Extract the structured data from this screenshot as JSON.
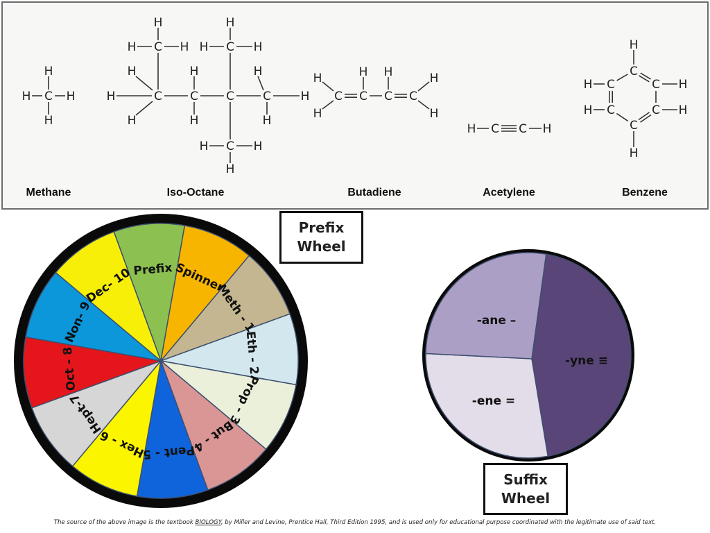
{
  "molecules": {
    "methane": "Methane",
    "iso_octane": "Iso-Octane",
    "butadiene": "Butadiene",
    "acetylene": "Acetylene",
    "benzene": "Benzene"
  },
  "atoms": {
    "c": "C",
    "h": "H"
  },
  "prefix_box": {
    "line1": "Prefix",
    "line2": "Wheel"
  },
  "suffix_box": {
    "line1": "Suffix",
    "line2": "Wheel"
  },
  "prefix_wheel": [
    {
      "label": "Prefix",
      "color": "#8cc152"
    },
    {
      "label": "Spinner",
      "color": "#f8b500"
    },
    {
      "label": "Meth - 1",
      "color": "#c4b690"
    },
    {
      "label": "Eth - 2",
      "color": "#d3e7ee"
    },
    {
      "label": "Prop - 3",
      "color": "#ebf0db"
    },
    {
      "label": "But - 4",
      "color": "#d99694"
    },
    {
      "label": "Pent - 5",
      "color": "#0f64dc"
    },
    {
      "label": "Hex - 6",
      "color": "#fbf500"
    },
    {
      "label": "Hept-7",
      "color": "#d6d6d6"
    },
    {
      "label": "Oct - 8",
      "color": "#e4161b"
    },
    {
      "label": "Non- 9",
      "color": "#0c97db"
    },
    {
      "label": "Dec- 10",
      "color": "#f7ef08"
    }
  ],
  "suffix_wheel": [
    {
      "label": "-ane –",
      "color": "#5a4578",
      "text_color": "#ffffff"
    },
    {
      "label": "-yne ≡",
      "color": "#e3dce9",
      "text_color": "#111111"
    },
    {
      "label": "-ene =",
      "color": "#ac9fc5",
      "text_color": "#ffffff"
    }
  ],
  "footer": {
    "pre": "The source of the above image is the textbook ",
    "book": "BIOLOGY",
    "post": ", by  Miller and Levine, Prentice Hall, Third Edition 1995, and is used only for educational purpose coordinated with the legitimate use of said text."
  }
}
